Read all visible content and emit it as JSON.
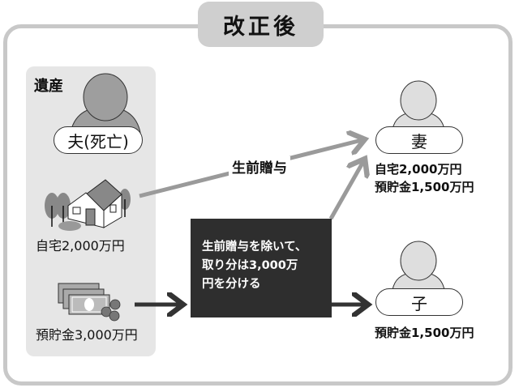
{
  "title": "改正後",
  "estate": {
    "label": "遺産",
    "deceased": "夫(死亡)",
    "assets": [
      {
        "icon": "house-icon",
        "label": "自宅2,000万円"
      },
      {
        "icon": "money-icon",
        "label": "預貯金3,000万円"
      }
    ]
  },
  "gift_label": "生前贈与",
  "note": {
    "lines": [
      "生前贈与を除いて、",
      "取り分は3,000万",
      "円を分ける"
    ]
  },
  "heirs": [
    {
      "name": "妻",
      "amounts": [
        "自宅2,000万円",
        "預貯金1,500万円"
      ]
    },
    {
      "name": "子",
      "amounts": [
        "預貯金1,500万円"
      ]
    }
  ],
  "colors": {
    "frame": "#c8c8c8",
    "title_bg": "#cfcfcf",
    "panel": "#e6e6e6",
    "gift_arrow": "#9a9a9a",
    "dark_arrow": "#333333",
    "note_bg": "#2e2e2e"
  }
}
